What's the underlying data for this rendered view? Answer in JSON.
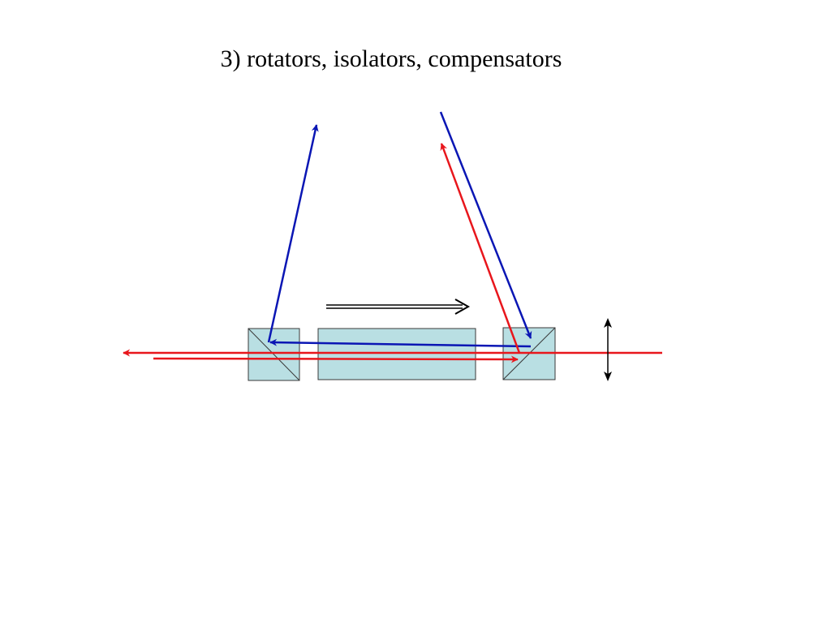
{
  "slide": {
    "title": "3) rotators, isolators, compensators"
  },
  "colors": {
    "beam_forward": "#e8161c",
    "beam_reflected": "#0a16b4",
    "arrow": "#000000",
    "element_fill": "#b9dfe3",
    "element_stroke": "#3a3a3a"
  },
  "elements": [
    {
      "kind": "polarizing-beam-splitter-cube",
      "diagonal": "top-left-to-bottom-right"
    },
    {
      "kind": "faraday-rotator"
    },
    {
      "kind": "polarizing-beam-splitter-cube",
      "diagonal": "top-right-to-bottom-left"
    }
  ],
  "indicators": {
    "magnetic_field_arrow": {
      "kind": "double-line-arrow",
      "direction": "right"
    },
    "polarization_arrow": {
      "kind": "double-headed-arrow",
      "orientation": "vertical"
    }
  }
}
